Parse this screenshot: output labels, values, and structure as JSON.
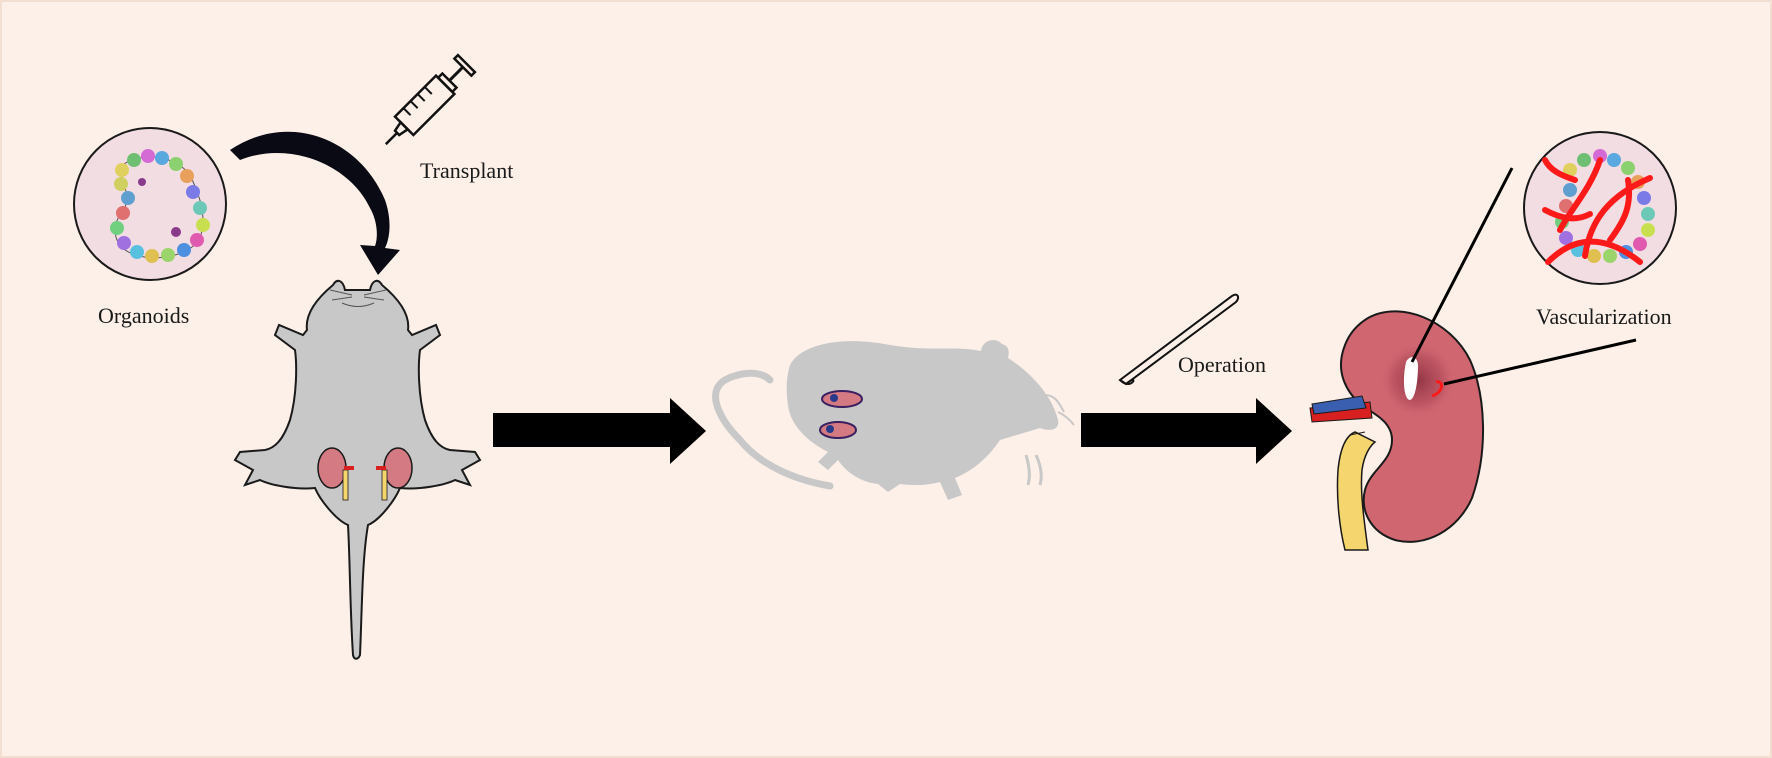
{
  "labels": {
    "transplant": "Transplant",
    "organoids": "Organoids",
    "operation": "Operation",
    "vascularization": "Vascularization"
  },
  "colors": {
    "background": "#fdf0e8",
    "border": "#f3dfd2",
    "mouse": "#c8c8c8",
    "mouse_side": "#bdbdbd",
    "kidney": "#cf6670",
    "kidney_small": "#d47a82",
    "ureter": "#f5d66e",
    "artery": "#d92020",
    "vein": "#3a5fb0",
    "vessel_red": "#ff1a1a",
    "arrow": "#000000",
    "dish": "#f2dde3"
  },
  "icons": [
    "syringe-icon",
    "scalpel-icon",
    "curved-arrow-icon",
    "right-arrow-icon"
  ]
}
